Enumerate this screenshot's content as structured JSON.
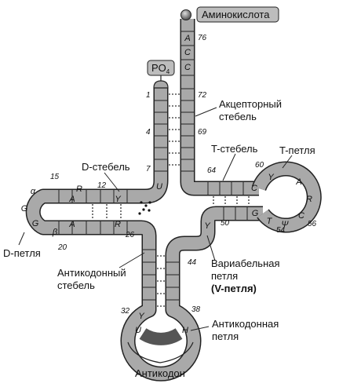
{
  "labels": {
    "amino_acid": "Аминокислота",
    "phosphate": "PO",
    "phosphate_sub": "4",
    "acceptor_stem_1": "Акцепторный",
    "acceptor_stem_2": "стебель",
    "d_stem": "D-стебель",
    "t_stem": "T-стебель",
    "t_loop": "T-петля",
    "d_loop": "D-петля",
    "anticodon_stem_1": "Антикодонный",
    "anticodon_stem_2": "стебель",
    "variable_loop_1": "Вариабельная",
    "variable_loop_2": "петля",
    "variable_loop_3": "(V-петля)",
    "anticodon_loop_1": "Антикодонная",
    "anticodon_loop_2": "петля",
    "anticodon": "Антикодон"
  },
  "numbers": {
    "n76": "76",
    "n72": "72",
    "n69": "69",
    "n64": "64",
    "n60": "60",
    "n1": "1",
    "n4": "4",
    "n7": "7",
    "n12": "12",
    "n15": "15",
    "n20": "20",
    "n26": "26",
    "n50": "50",
    "n54": "54",
    "n56": "56",
    "n44": "44",
    "n32": "32",
    "n38": "38"
  },
  "bases": {
    "acc_a": "A",
    "acc_c1": "C",
    "acc_c2": "C",
    "u8": "U",
    "d_r": "R",
    "d_a1": "A",
    "d_y": "Y",
    "d_a2": "A",
    "d_r2": "R",
    "d_alpha": "α",
    "d_g1": "G",
    "d_g2": "G",
    "d_beta": "β",
    "t_c": "C",
    "t_y": "Y",
    "t_a": "A",
    "t_r": "R",
    "t_c2": "C",
    "t_psi": "Ψ",
    "t_t": "T",
    "t_g": "G",
    "v_y": "Y",
    "ac_y": "Y",
    "ac_u": "U",
    "ac_h": "H"
  },
  "colors": {
    "stem": "#a7a7a7",
    "stem_dark": "#6f6f6f",
    "outline": "#222222",
    "anticodon_fill": "#555555"
  }
}
